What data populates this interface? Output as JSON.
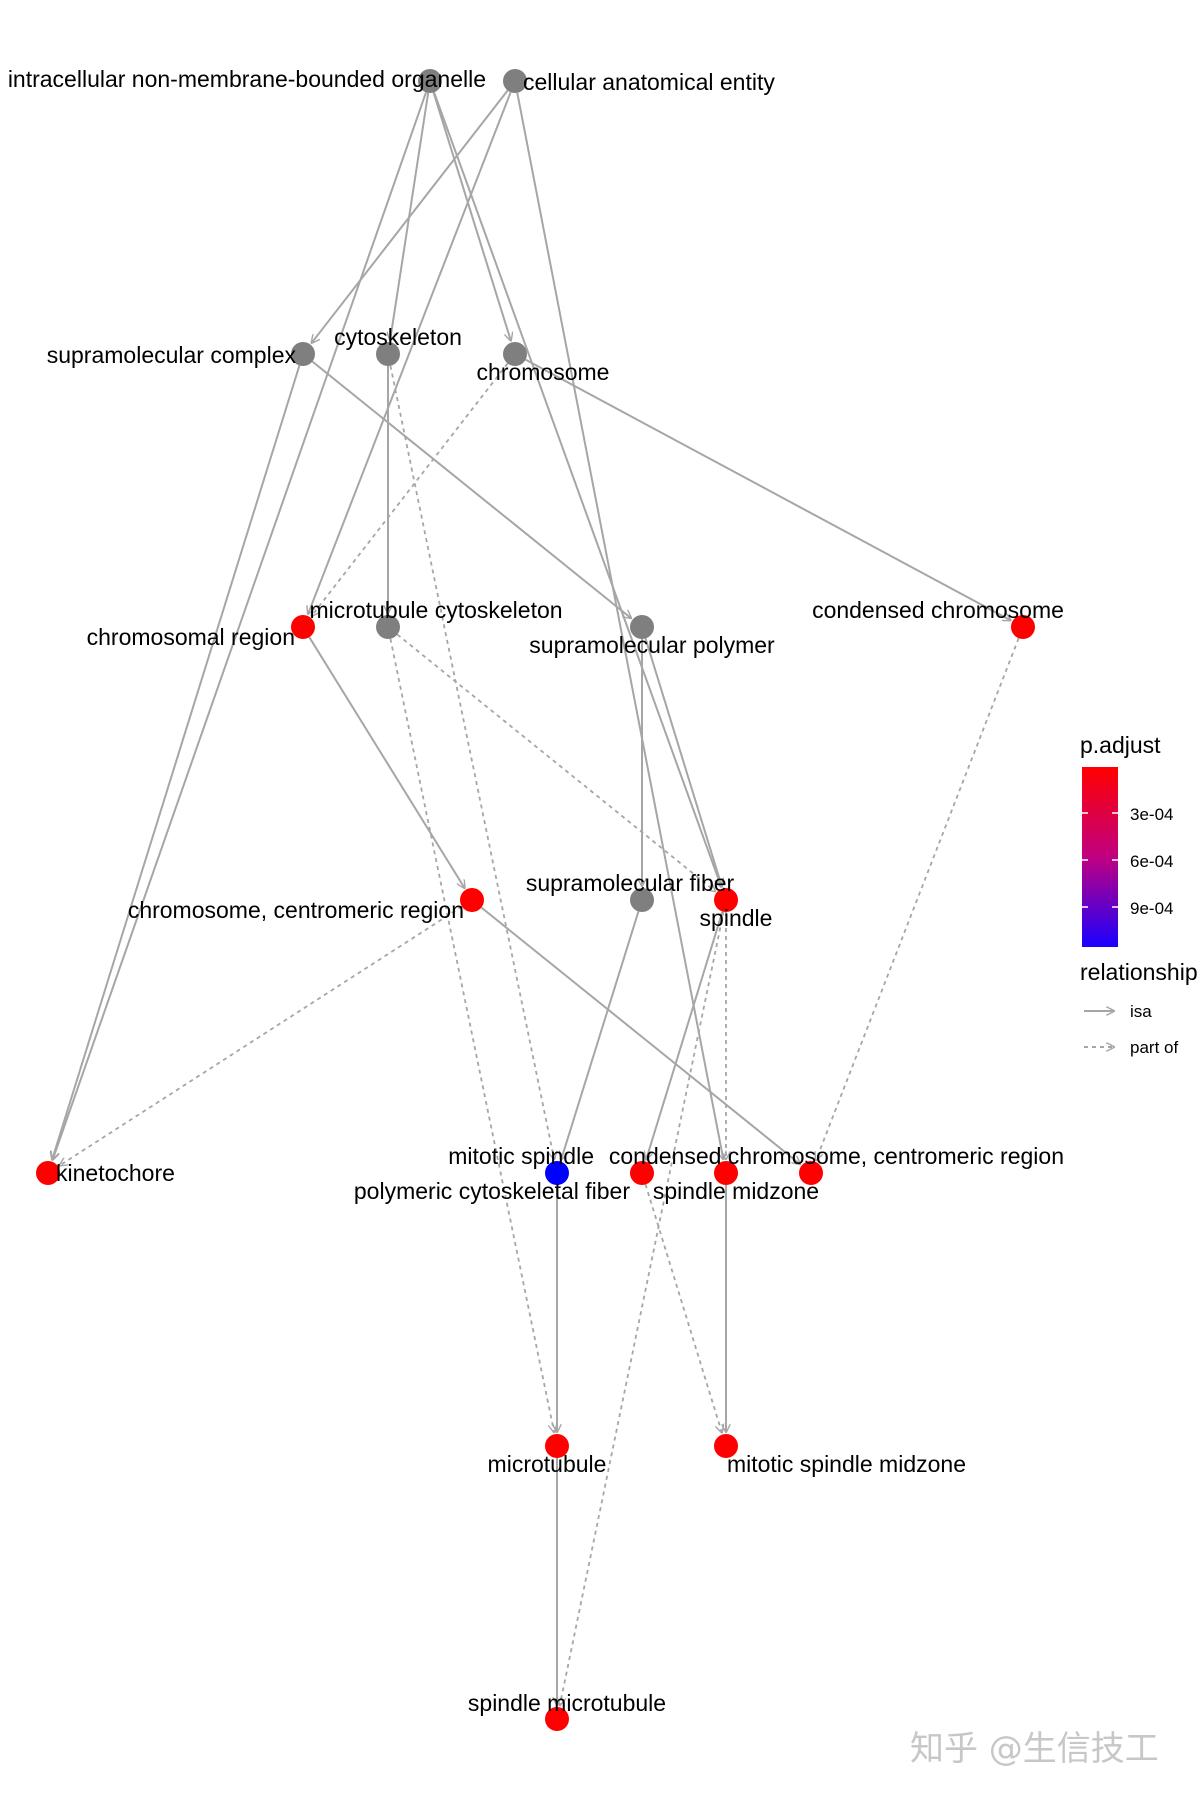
{
  "nodes": [
    {
      "id": "n1",
      "label": "intracellular non-membrane-bounded organelle",
      "status": "none"
    },
    {
      "id": "n2",
      "label": "cellular anatomical entity",
      "status": "none"
    },
    {
      "id": "n3",
      "label": "supramolecular complex",
      "status": "none"
    },
    {
      "id": "n4",
      "label": "cytoskeleton",
      "status": "none"
    },
    {
      "id": "n5",
      "label": "chromosome",
      "status": "none"
    },
    {
      "id": "n6",
      "label": "chromosomal region",
      "status": "significant"
    },
    {
      "id": "n7",
      "label": "microtubule cytoskeleton",
      "status": "none"
    },
    {
      "id": "n8",
      "label": "supramolecular polymer",
      "status": "none"
    },
    {
      "id": "n9",
      "label": "condensed chromosome",
      "status": "significant"
    },
    {
      "id": "n10",
      "label": "chromosome, centromeric region",
      "status": "significant"
    },
    {
      "id": "n11",
      "label": "supramolecular fiber",
      "status": "none"
    },
    {
      "id": "n12",
      "label": "spindle",
      "status": "significant"
    },
    {
      "id": "n13",
      "label": "kinetochore",
      "status": "significant"
    },
    {
      "id": "n14",
      "label": "mitotic spindle",
      "status": "significant"
    },
    {
      "id": "n15",
      "label": "polymeric cytoskeletal fiber",
      "status": "lowest"
    },
    {
      "id": "n16",
      "label": "spindle midzone",
      "status": "significant"
    },
    {
      "id": "n17",
      "label": "condensed chromosome, centromeric region",
      "status": "significant"
    },
    {
      "id": "n18",
      "label": "microtubule",
      "status": "significant"
    },
    {
      "id": "n19",
      "label": "mitotic spindle midzone",
      "status": "significant"
    },
    {
      "id": "n20",
      "label": "spindle microtubule",
      "status": "significant"
    }
  ],
  "edges": [
    {
      "from": "n1",
      "to": "n5",
      "type": "isa"
    },
    {
      "from": "n1",
      "to": "n4",
      "type": "isa"
    },
    {
      "from": "n1",
      "to": "n13",
      "type": "isa"
    },
    {
      "from": "n1",
      "to": "n12",
      "type": "isa"
    },
    {
      "from": "n2",
      "to": "n3",
      "type": "isa"
    },
    {
      "from": "n2",
      "to": "n6",
      "type": "isa"
    },
    {
      "from": "n2",
      "to": "n16",
      "type": "isa"
    },
    {
      "from": "n3",
      "to": "n13",
      "type": "isa"
    },
    {
      "from": "n3",
      "to": "n8",
      "type": "isa"
    },
    {
      "from": "n4",
      "to": "n7",
      "type": "isa"
    },
    {
      "from": "n4",
      "to": "n15",
      "type": "part_of"
    },
    {
      "from": "n5",
      "to": "n9",
      "type": "isa"
    },
    {
      "from": "n5",
      "to": "n6",
      "type": "part_of"
    },
    {
      "from": "n6",
      "to": "n10",
      "type": "isa"
    },
    {
      "from": "n7",
      "to": "n12",
      "type": "part_of"
    },
    {
      "from": "n7",
      "to": "n18",
      "type": "part_of"
    },
    {
      "from": "n8",
      "to": "n11",
      "type": "isa"
    },
    {
      "from": "n8",
      "to": "n12",
      "type": "isa"
    },
    {
      "from": "n9",
      "to": "n17",
      "type": "part_of"
    },
    {
      "from": "n10",
      "to": "n17",
      "type": "isa"
    },
    {
      "from": "n10",
      "to": "n13",
      "type": "part_of"
    },
    {
      "from": "n11",
      "to": "n15",
      "type": "isa"
    },
    {
      "from": "n12",
      "to": "n14",
      "type": "isa"
    },
    {
      "from": "n12",
      "to": "n16",
      "type": "part_of"
    },
    {
      "from": "n12",
      "to": "n20",
      "type": "part_of"
    },
    {
      "from": "n14",
      "to": "n19",
      "type": "part_of"
    },
    {
      "from": "n15",
      "to": "n18",
      "type": "isa"
    },
    {
      "from": "n16",
      "to": "n19",
      "type": "isa"
    },
    {
      "from": "n18",
      "to": "n20",
      "type": "isa"
    }
  ],
  "legend": {
    "color_title": "p.adjust",
    "color_ticks": [
      "3e-04",
      "6e-04",
      "9e-04"
    ],
    "color_high": "#ff0000",
    "color_low": "#0000ff",
    "relationship_title": "relationship",
    "relationship_items": [
      "isa",
      "part of"
    ]
  },
  "colors": {
    "edge": "#a6a6a6",
    "unannotated_node": "#7f7f7f",
    "significant_node": "#ff0000",
    "lowest_node": "#0000ff"
  },
  "watermark": "知乎 @生信技工"
}
